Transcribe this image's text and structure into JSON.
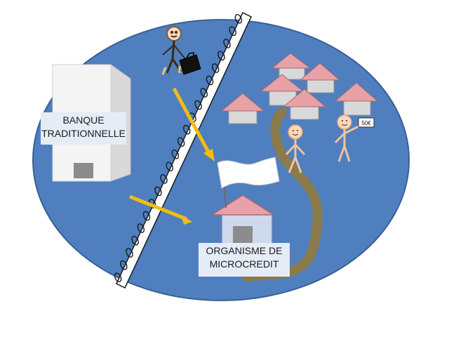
{
  "bank": {
    "line1": "BANQUE",
    "line2": "TRADITIONNELLE",
    "name": "traditional-bank-building"
  },
  "microcredit": {
    "line1": "ORGANISME DE",
    "line2": "MICROCREDIT",
    "name": "microcredit-house"
  },
  "note": {
    "text": "50€"
  },
  "colors": {
    "background": "#ffffff",
    "ellipse": "#4f7fbf",
    "ellipse_border": "#3a5f95",
    "building": "#f2f2f2",
    "door": "#8c8c8c",
    "roof": "#e8a1a7",
    "house_wall": "#cfd9ec",
    "arrow": "#f2bc12",
    "path": "#8a7a4c",
    "figure": "#fbd8b8",
    "flag": "#ffffff"
  }
}
